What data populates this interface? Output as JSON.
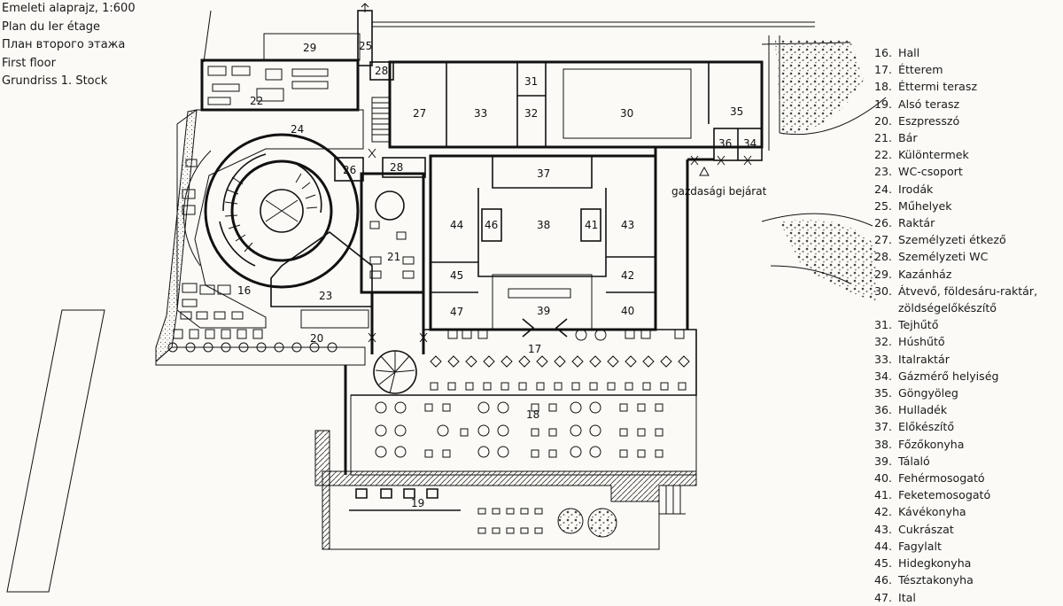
{
  "title_lines": [
    "Emeleti alaprajz, 1:600",
    "Plan du Ier étage",
    "План второго этажа",
    "First floor",
    "Grundriss 1. Stock"
  ],
  "legend": [
    {
      "num": "16.",
      "label": "Hall"
    },
    {
      "num": "17.",
      "label": "Étterem"
    },
    {
      "num": "18.",
      "label": "Éttermi terasz"
    },
    {
      "num": "19.",
      "label": "Alsó terasz"
    },
    {
      "num": "20.",
      "label": "Eszpresszó"
    },
    {
      "num": "21.",
      "label": "Bár"
    },
    {
      "num": "22.",
      "label": "Különtermek"
    },
    {
      "num": "23.",
      "label": "WC-csoport"
    },
    {
      "num": "24.",
      "label": "Irodák"
    },
    {
      "num": "25.",
      "label": "Műhelyek"
    },
    {
      "num": "26.",
      "label": "Raktár"
    },
    {
      "num": "27.",
      "label": "Személyzeti étkező"
    },
    {
      "num": "28.",
      "label": "Személyzeti WC"
    },
    {
      "num": "29.",
      "label": "Kazánház"
    },
    {
      "num": "30.",
      "label": "Átvevő, földesáru-raktár,"
    },
    {
      "num": "",
      "label": "zöldségelőkészítő"
    },
    {
      "num": "31.",
      "label": "Tejhűtő"
    },
    {
      "num": "32.",
      "label": "Húshűtő"
    },
    {
      "num": "33.",
      "label": "Italraktár"
    },
    {
      "num": "34.",
      "label": "Gázmérő helyiség"
    },
    {
      "num": "35.",
      "label": "Göngyöleg"
    },
    {
      "num": "36.",
      "label": "Hulladék"
    },
    {
      "num": "37.",
      "label": "Előkészítő"
    },
    {
      "num": "38.",
      "label": "Főzőkonyha"
    },
    {
      "num": "39.",
      "label": "Tálaló"
    },
    {
      "num": "40.",
      "label": "Fehérmosogató"
    },
    {
      "num": "41.",
      "label": "Feketemosogató"
    },
    {
      "num": "42.",
      "label": "Kávékonyha"
    },
    {
      "num": "43.",
      "label": "Cukrászat"
    },
    {
      "num": "44.",
      "label": "Fagylalt"
    },
    {
      "num": "45.",
      "label": "Hidegkonyha"
    },
    {
      "num": "46.",
      "label": "Tésztakonyha"
    },
    {
      "num": "47.",
      "label": "Ital"
    }
  ],
  "plan": {
    "entrance_label": "gazdasági bejárat",
    "room_labels": {
      "r16": "16",
      "r17": "17",
      "r18": "18",
      "r19": "19",
      "r20": "20",
      "r21": "21",
      "r22": "22",
      "r23": "23",
      "r24": "24",
      "r25": "25",
      "r26": "26",
      "r27": "27",
      "r28a": "28",
      "r28b": "28",
      "r29": "29",
      "r30": "30",
      "r31": "31",
      "r32": "32",
      "r33": "33",
      "r34": "34",
      "r35": "35",
      "r36": "36",
      "r37": "37",
      "r38": "38",
      "r39": "39",
      "r40": "40",
      "r41": "41",
      "r42": "42",
      "r43": "43",
      "r44": "44",
      "r45": "45",
      "r46": "46",
      "r47": "47"
    }
  }
}
